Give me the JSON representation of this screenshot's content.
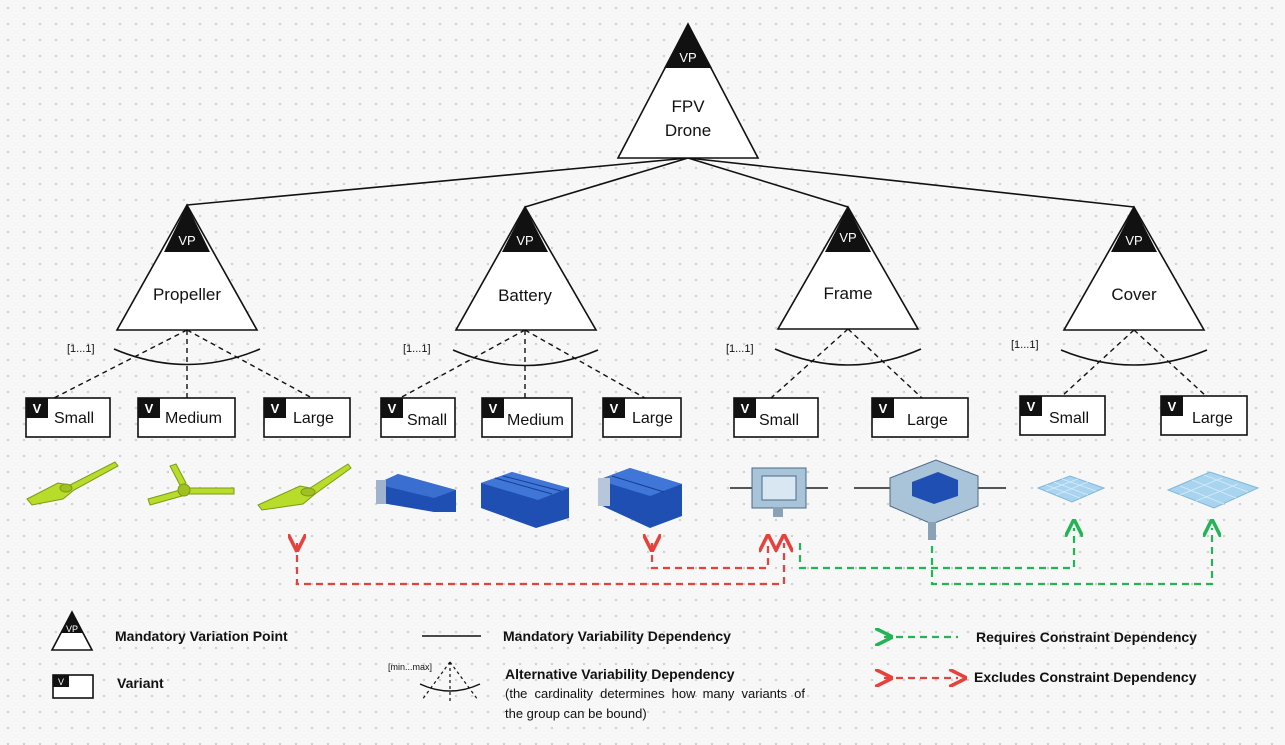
{
  "root": {
    "badge": "VP",
    "label_line1": "FPV",
    "label_line2": "Drone"
  },
  "groups": [
    {
      "badge": "VP",
      "label": "Propeller",
      "cardinality": "[1...1]",
      "variants": [
        {
          "badge": "V",
          "label": "Small"
        },
        {
          "badge": "V",
          "label": "Medium"
        },
        {
          "badge": "V",
          "label": "Large"
        }
      ]
    },
    {
      "badge": "VP",
      "label": "Battery",
      "cardinality": "[1...1]",
      "variants": [
        {
          "badge": "V",
          "label": "Small"
        },
        {
          "badge": "V",
          "label": "Medium"
        },
        {
          "badge": "V",
          "label": "Large"
        }
      ]
    },
    {
      "badge": "VP",
      "label": "Frame",
      "cardinality": "[1...1]",
      "variants": [
        {
          "badge": "V",
          "label": "Small"
        },
        {
          "badge": "V",
          "label": "Large"
        }
      ]
    },
    {
      "badge": "VP",
      "label": "Cover",
      "cardinality": "[1...1]",
      "variants": [
        {
          "badge": "V",
          "label": "Small"
        },
        {
          "badge": "V",
          "label": "Large"
        }
      ]
    }
  ],
  "legend": {
    "vp_badge": "VP",
    "v_badge": "V",
    "mandatory_vp": "Mandatory Variation Point",
    "variant": "Variant",
    "mandatory_dep": "Mandatory Variability Dependency",
    "alt_dep_title": "Alternative Variability Dependency",
    "alt_dep_desc": "(the cardinality determines how many variants of the group can be bound)",
    "alt_dep_range": "[min...max]",
    "requires": "Requires Constraint Dependency",
    "excludes": "Excludes Constraint Dependency"
  },
  "colors": {
    "requires": "#22b455",
    "excludes": "#e8403a",
    "propeller": "#b8dc2a",
    "battery": "#1f4fb3",
    "cover": "#a9d4ef"
  }
}
